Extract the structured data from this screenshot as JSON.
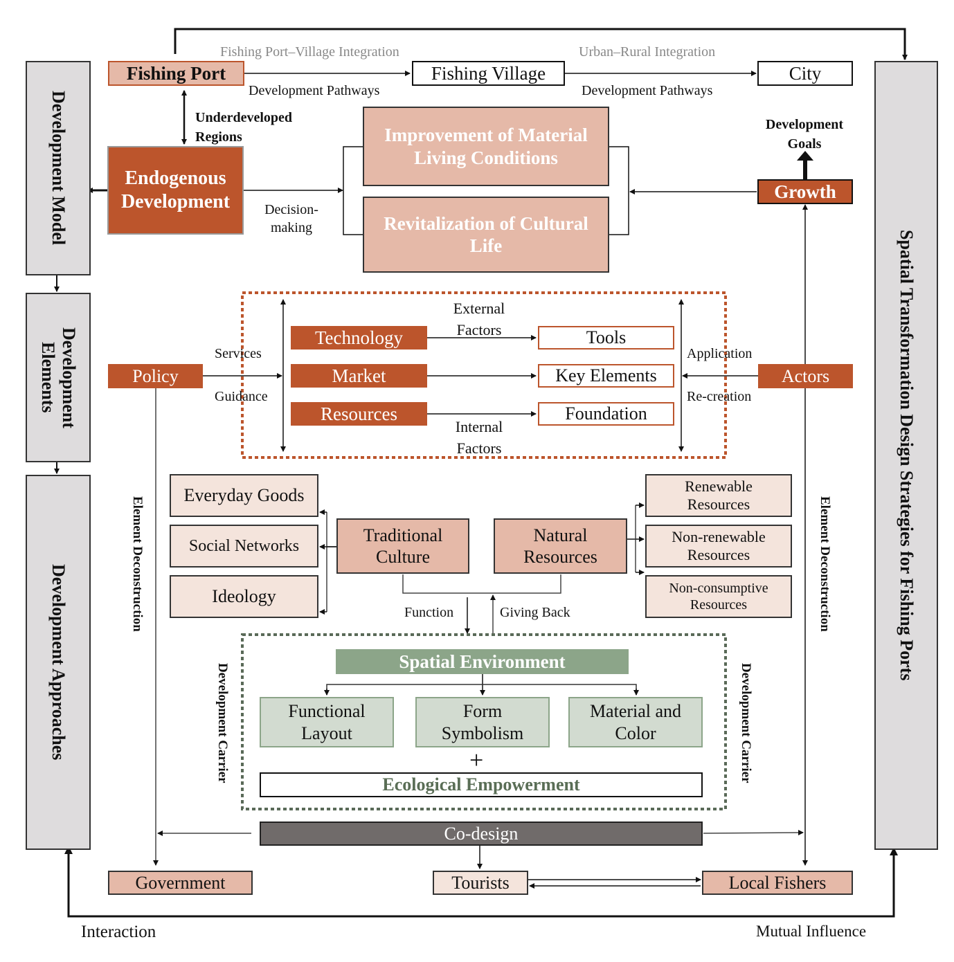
{
  "colors": {
    "rust": "#bc552c",
    "pink": "#e5b9a8",
    "light_pink": "#f4e4dc",
    "side_gray": "#dedcdd",
    "sage": "#8ca589",
    "pale_sage": "#d2dbd0",
    "codesign_gray": "#706b6a",
    "caption_gray": "#888888",
    "eco_text": "#5a6e56"
  },
  "side_columns": {
    "development_model": "Development Model",
    "development_elements": "Development Elements",
    "development_approaches": "Development Approaches",
    "spatial_strategies": "Spatial Transformation Design Strategies for Fishing Ports"
  },
  "top_row": {
    "fishing_port": "Fishing Port",
    "fishing_village": "Fishing Village",
    "city": "City",
    "integration_1": "Fishing Port–Village Integration",
    "integration_2": "Urban–Rural Integration",
    "pathways_1": "Development Pathways",
    "pathways_2": "Development Pathways"
  },
  "model_section": {
    "underdeveloped": "Underdeveloped Regions",
    "endogenous": "Endogenous Development",
    "decision_making": "Decision-making",
    "improvement": "Improvement of Material Living Conditions",
    "revitalization": "Revitalization of Cultural Life",
    "development_goals": "Development Goals",
    "growth": "Growth"
  },
  "elements_section": {
    "policy": "Policy",
    "services": "Services",
    "guidance": "Guidance",
    "technology": "Technology",
    "market": "Market",
    "resources": "Resources",
    "external_factors": "External Factors",
    "internal_factors": "Internal Factors",
    "tools": "Tools",
    "key_elements": "Key Elements",
    "foundation": "Foundation",
    "application": "Application",
    "recreation": "Re-creation",
    "actors": "Actors"
  },
  "deconstruction": {
    "element_deconstruction": "Element Deconstruction",
    "culture_items": [
      "Everyday Goods",
      "Social Networks",
      "Ideology"
    ],
    "traditional_culture": "Traditional Culture",
    "natural_resources": "Natural Resources",
    "resource_items": [
      "Renewable Resources",
      "Non-renewable Resources",
      "Non-consumptive Resources"
    ],
    "function": "Function",
    "giving_back": "Giving Back"
  },
  "carrier": {
    "development_carrier": "Development Carrier",
    "spatial_environment": "Spatial Environment",
    "items": [
      "Functional Layout",
      "Form Symbolism",
      "Material and Color"
    ],
    "plus": "+",
    "ecological": "Ecological Empowerment"
  },
  "bottom": {
    "codesign": "Co-design",
    "government": "Government",
    "tourists": "Tourists",
    "local_fishers": "Local Fishers",
    "interaction": "Interaction",
    "mutual_influence": "Mutual Influence"
  }
}
